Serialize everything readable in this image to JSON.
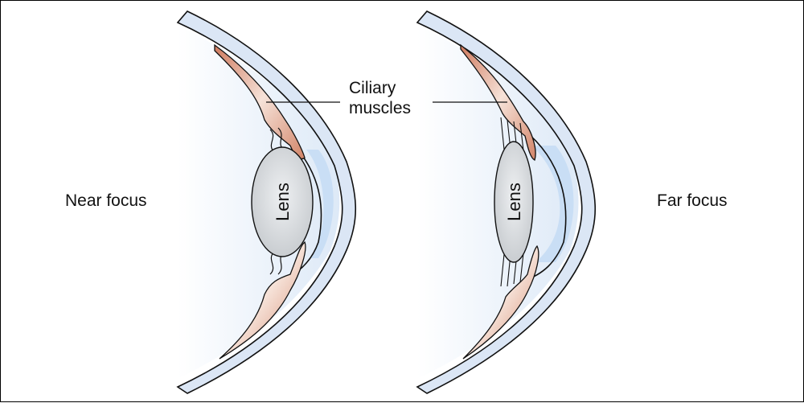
{
  "diagram": {
    "title": "Eye accommodation: ciliary muscles and lens",
    "labels": {
      "near_focus": "Near focus",
      "far_focus": "Far focus",
      "ciliary_line1": "Ciliary",
      "ciliary_line2": "muscles",
      "lens_near": "Lens",
      "lens_far": "Lens"
    },
    "colors": {
      "sclera": "#dbe6f5",
      "inner_fluid": "#c9def5",
      "aqueous": "#e9f1fb",
      "muscle_dark": "#c8694c",
      "muscle_light": "#f3d7c9",
      "lens": "#d2d5d9",
      "outline": "#111111"
    },
    "panels": [
      {
        "name": "near-focus",
        "state": "lens thick and rounded, ciliary muscles contracted, zonules slack"
      },
      {
        "name": "far-focus",
        "state": "lens thin and flattened, ciliary muscles relaxed, zonules taut"
      }
    ]
  }
}
